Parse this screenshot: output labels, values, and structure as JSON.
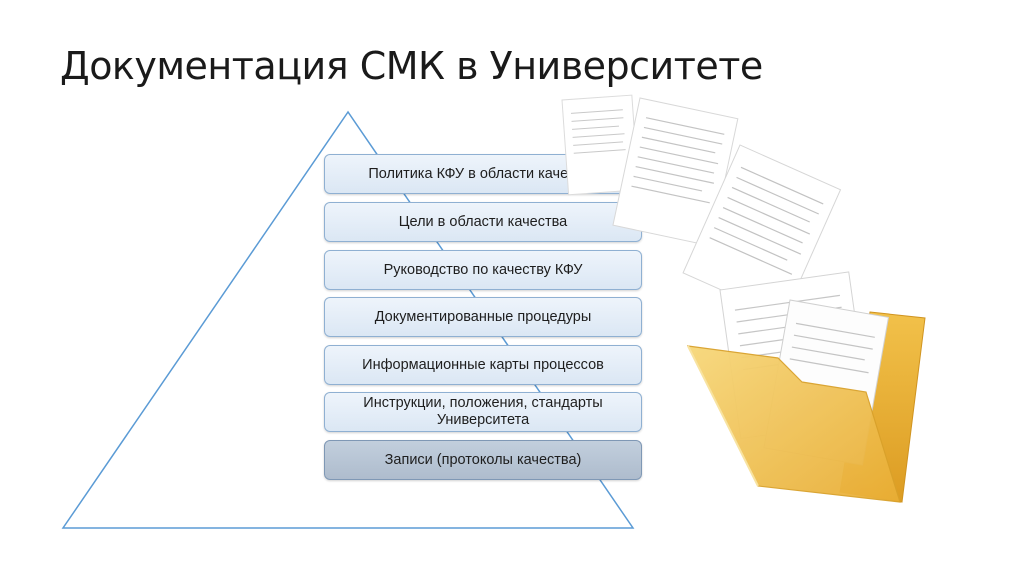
{
  "slide": {
    "title": "Документация СМК в Университете"
  },
  "pyramid": {
    "levels": [
      {
        "label": "Политика КФУ в области качества"
      },
      {
        "label": "Цели в области качества"
      },
      {
        "label": "Руководство по качеству КФУ"
      },
      {
        "label": "Документированные процедуры"
      },
      {
        "label": "Информационные карты процессов"
      },
      {
        "label": "Инструкции, положения, стандарты Университета"
      },
      {
        "label": "Записи (протоколы качества)"
      }
    ]
  },
  "illustration": {
    "icon": "folder-with-documents-icon",
    "colors": {
      "folder": "#f2c14a",
      "folder_edge": "#e2a526",
      "paper": "#ffffff"
    }
  },
  "colors": {
    "pyramid_stroke": "#5b9bd5",
    "level_fill": "#dbe7f4",
    "level_border": "#8fb0d2",
    "last_level_fill": "#b3c1d1"
  }
}
